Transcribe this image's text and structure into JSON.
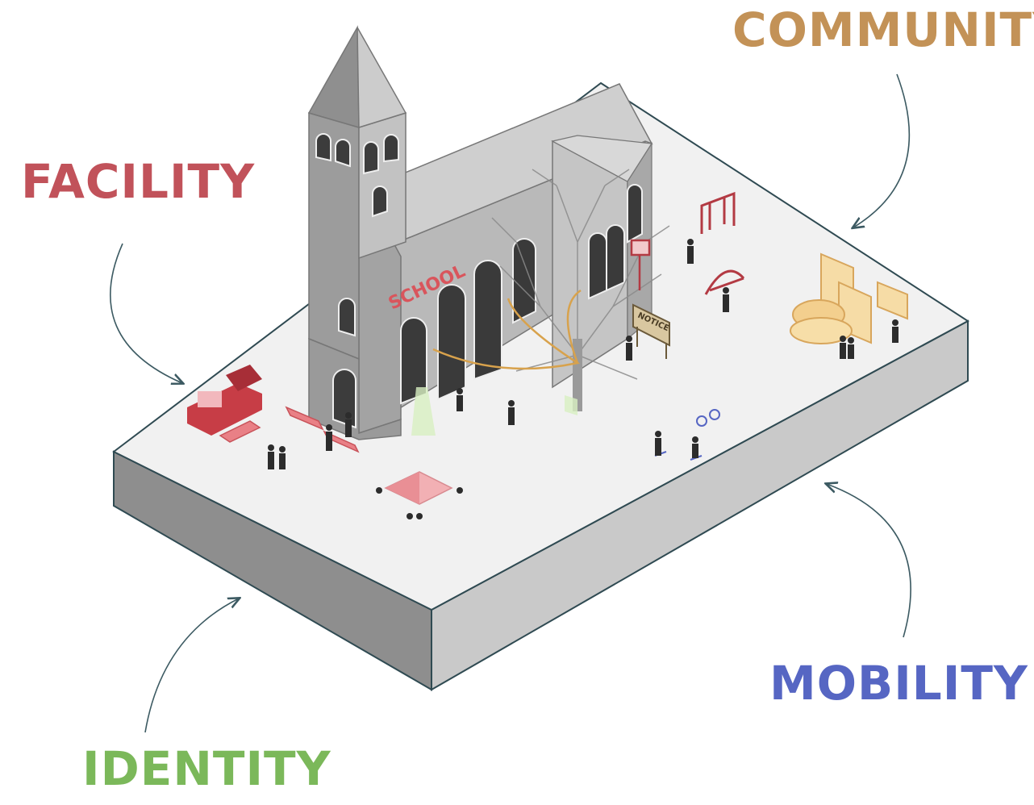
{
  "labels": {
    "community": "COMMUNITY",
    "facility": "FACILITY",
    "mobility": "MOBILITY",
    "identity": "IDENTITY"
  },
  "signs": {
    "school": "SCHOOL",
    "notice": "NOTICE"
  },
  "colors": {
    "community": "#c39257",
    "facility": "#c1525a",
    "mobility": "#5666c3",
    "identity": "#7bb85a",
    "arrow": "#3c5a62",
    "building": "#a9a9a9"
  }
}
